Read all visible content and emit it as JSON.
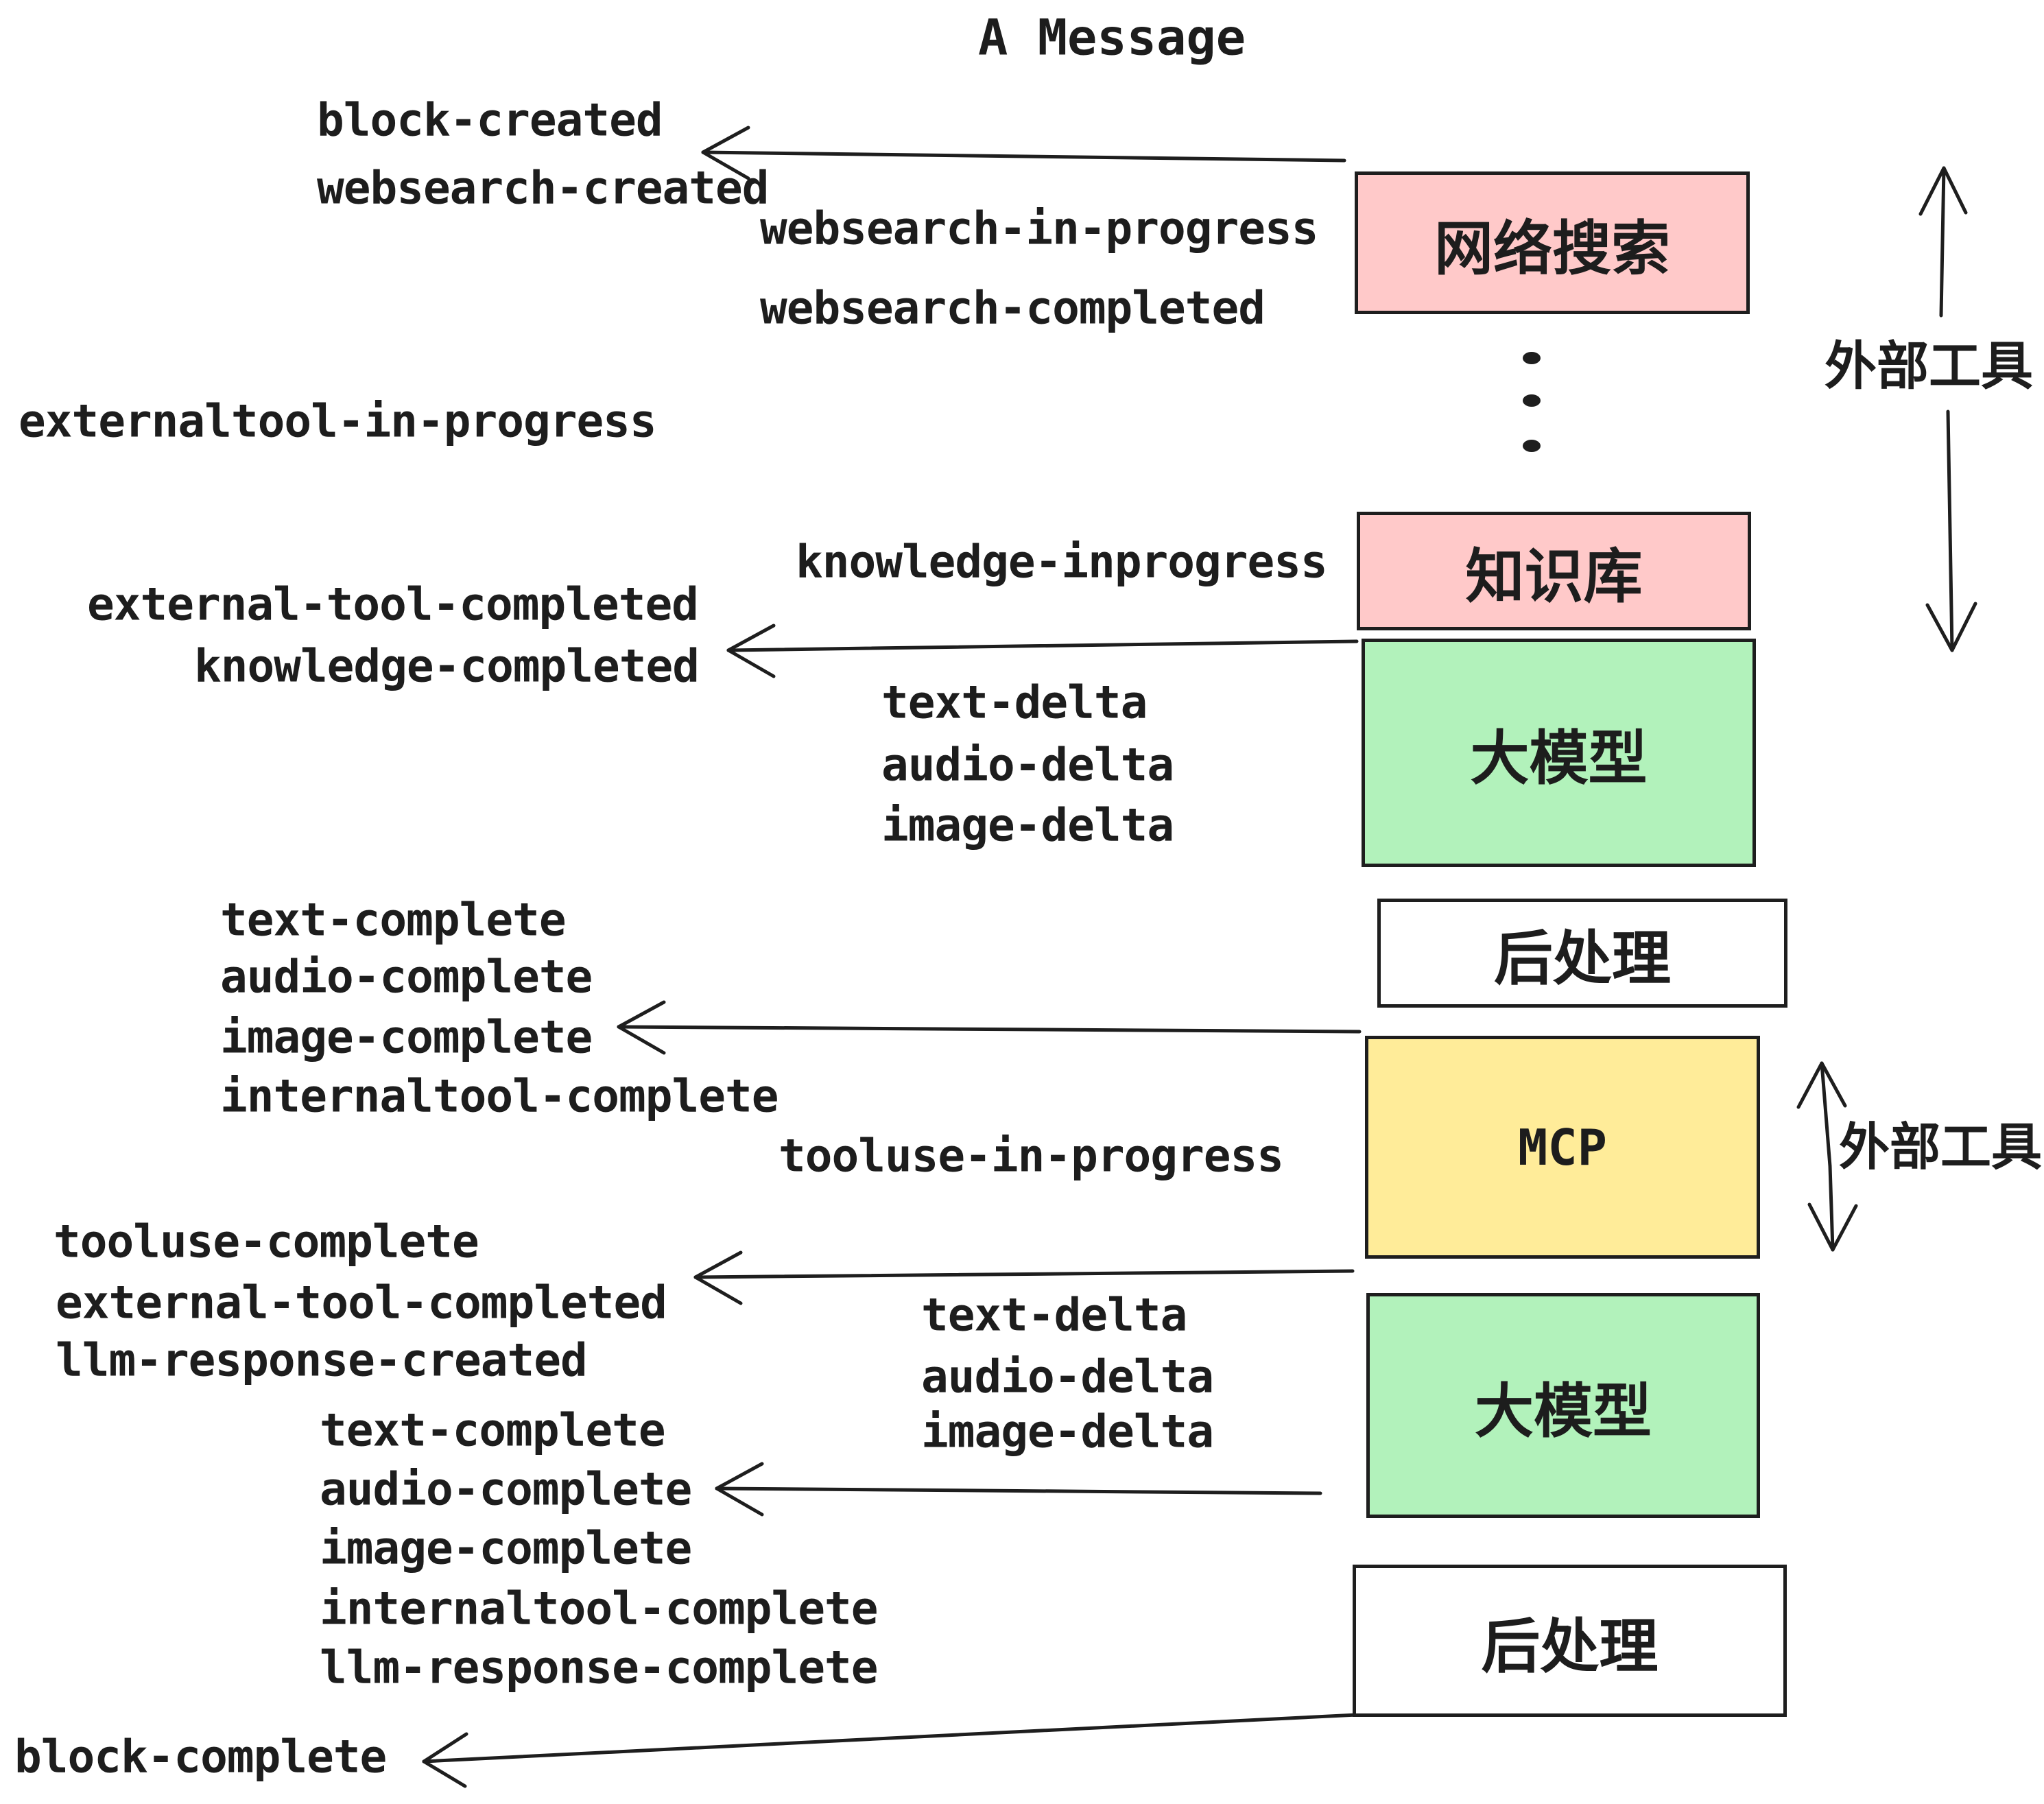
{
  "title": "A Message",
  "colors": {
    "pink": "#ffc9c9",
    "green": "#b2f2bb",
    "yellow": "#ffec99",
    "white": "#ffffff",
    "ink": "#1e1e1e"
  },
  "nodes": {
    "websearch": {
      "label": "网络搜索",
      "color": "#ffc9c9"
    },
    "knowledge": {
      "label": "知识库",
      "color": "#ffc9c9"
    },
    "llm1": {
      "label": "大模型",
      "color": "#b2f2bb"
    },
    "post1": {
      "label": "后处理",
      "color": "#ffffff"
    },
    "mcp": {
      "label": "MCP",
      "color": "#ffec99"
    },
    "llm2": {
      "label": "大模型",
      "color": "#b2f2bb"
    },
    "post2": {
      "label": "后处理",
      "color": "#ffffff"
    }
  },
  "side_labels": {
    "external_tool_top": "外部工具",
    "external_tool_mcp": "外部工具"
  },
  "events": {
    "block_created": "block-created",
    "websearch_created": "websearch-created",
    "websearch_in_progress": "websearch-in-progress",
    "websearch_completed": "websearch-completed",
    "externaltool_in_progress": "externaltool-in-progress",
    "knowledge_inprogress": "knowledge-inprogress",
    "external_tool_completed": "external-tool-completed",
    "knowledge_completed": "knowledge-completed",
    "text_delta": "text-delta",
    "audio_delta": "audio-delta",
    "image_delta": "image-delta",
    "text_complete": "text-complete",
    "audio_complete": "audio-complete",
    "image_complete": "image-complete",
    "internaltool_complete": "internaltool-complete",
    "tooluse_in_progress": "tooluse-in-progress",
    "tooluse_complete": "tooluse-complete",
    "llm_response_created": "llm-response-created",
    "llm_response_complete": "llm-response-complete",
    "block_complete": "block-complete"
  }
}
